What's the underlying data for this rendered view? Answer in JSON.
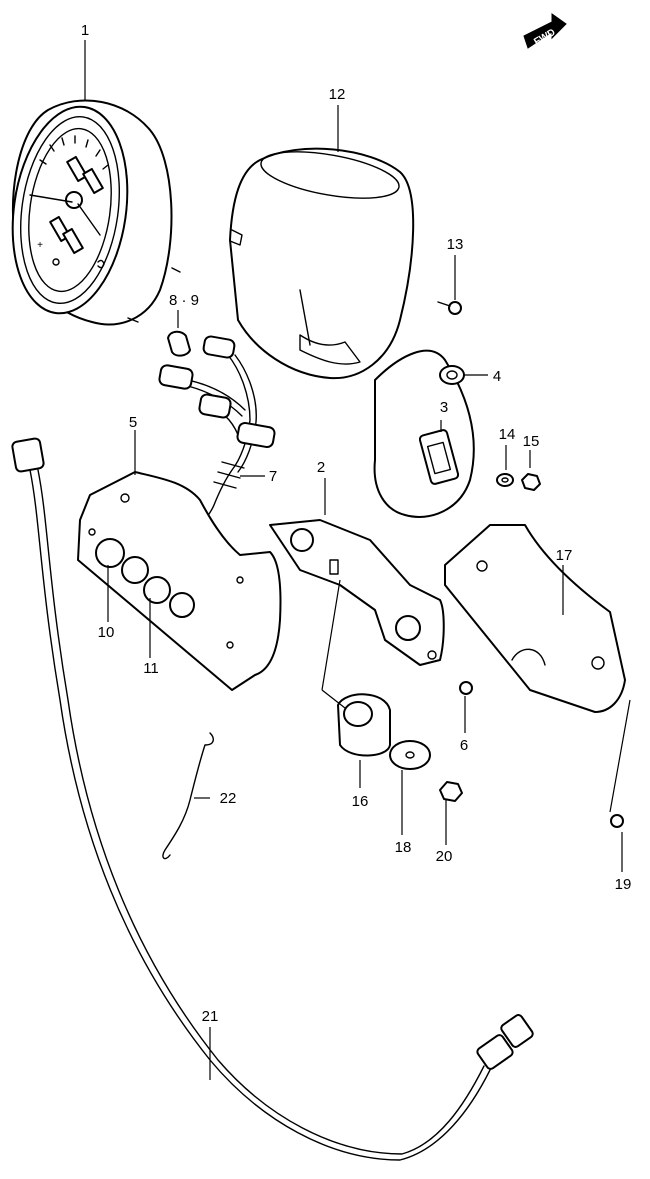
{
  "direction_badge": {
    "label": "FWD"
  },
  "callouts": [
    {
      "id": "1",
      "label": "1"
    },
    {
      "id": "2",
      "label": "2"
    },
    {
      "id": "3",
      "label": "3"
    },
    {
      "id": "4",
      "label": "4"
    },
    {
      "id": "5",
      "label": "5"
    },
    {
      "id": "6",
      "label": "6"
    },
    {
      "id": "7",
      "label": "7"
    },
    {
      "id": "8-9",
      "label": "8 · 9"
    },
    {
      "id": "10",
      "label": "10"
    },
    {
      "id": "11",
      "label": "11"
    },
    {
      "id": "12",
      "label": "12"
    },
    {
      "id": "13",
      "label": "13"
    },
    {
      "id": "14",
      "label": "14"
    },
    {
      "id": "15",
      "label": "15"
    },
    {
      "id": "16",
      "label": "16"
    },
    {
      "id": "17",
      "label": "17"
    },
    {
      "id": "18",
      "label": "18"
    },
    {
      "id": "19",
      "label": "19"
    },
    {
      "id": "20",
      "label": "20"
    },
    {
      "id": "21",
      "label": "21"
    },
    {
      "id": "22",
      "label": "22"
    }
  ]
}
